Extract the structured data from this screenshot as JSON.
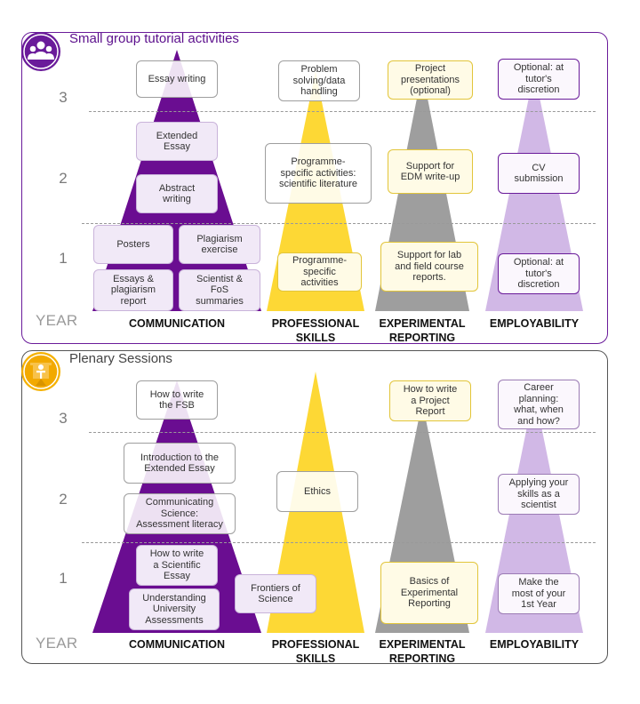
{
  "colors": {
    "communication": "#6a0d91",
    "professional": "#fdd835",
    "experimental": "#9e9e9e",
    "employability": "#d1b8e6"
  },
  "panel1": {
    "title": "Small group tutorial activities",
    "icon": "group-people-icon",
    "year_label": "YEAR",
    "years": [
      "3",
      "2",
      "1"
    ],
    "columns": [
      "COMMUNICATION",
      "PROFESSIONAL\nSKILLS",
      "EXPERIMENTAL\nREPORTING",
      "EMPLOYABILITY"
    ],
    "boxes": {
      "essay_writing": "Essay writing",
      "extended_essay": "Extended\nEssay",
      "abstract_writing": "Abstract\nwriting",
      "posters": "Posters",
      "plagiarism_exercise": "Plagiarism\nexercise",
      "essays_plagiarism": "Essays &\nplagiarism\nreport",
      "scientist_fos": "Scientist &\nFoS\nsummaries",
      "problem_solving": "Problem\nsolving/data\nhandling",
      "programme_lit": "Programme-\nspecific activities:\nscientific literature",
      "programme_specific": "Programme-\nspecific\nactivities",
      "project_presentations": "Project\npresentations\n(optional)",
      "support_edm": "Support for\nEDM write-up",
      "support_lab": "Support for lab\nand field course\nreports.",
      "optional_y3": "Optional: at\ntutor's\ndiscretion",
      "cv_submission": "CV\nsubmission",
      "optional_y1": "Optional: at\ntutor's\ndiscretion"
    }
  },
  "panel2": {
    "title": "Plenary Sessions",
    "icon": "presenter-icon",
    "year_label": "YEAR",
    "years": [
      "3",
      "2",
      "1"
    ],
    "columns": [
      "COMMUNICATION",
      "PROFESSIONAL\nSKILLS",
      "EXPERIMENTAL\nREPORTING",
      "EMPLOYABILITY"
    ],
    "boxes": {
      "how_fsb": "How to write\nthe FSB",
      "intro_extended": "Introduction to the\nExtended Essay",
      "communicating_science": "Communicating\nScience:\nAssessment literacy",
      "how_scientific": "How to write\na Scientific\nEssay",
      "understanding_assess": "Understanding\nUniversity\nAssessments",
      "frontiers": "Frontiers of\nScience",
      "ethics": "Ethics",
      "how_project": "How to write\na Project\nReport",
      "basics_experimental": "Basics of\nExperimental\nReporting",
      "career_planning": "Career\nplanning:\nwhat, when\nand how?",
      "applying_skills": "Applying your\nskills as a\nscientist",
      "make_most": "Make the\nmost of your\n1st Year"
    }
  }
}
